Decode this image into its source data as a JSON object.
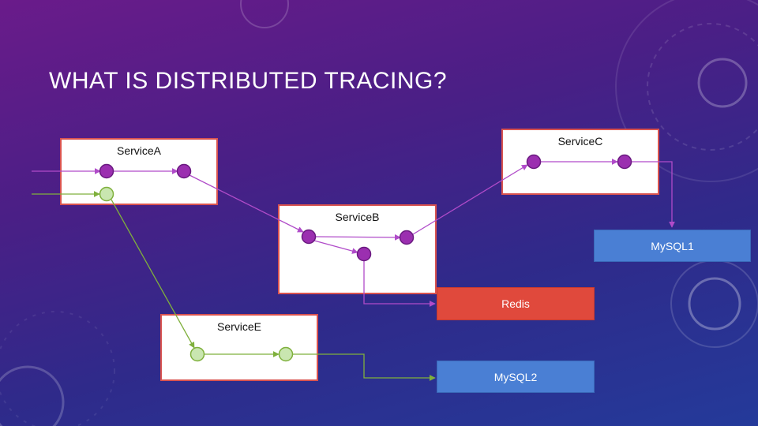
{
  "slide": {
    "title": "WHAT IS DISTRIBUTED TRACING?"
  },
  "services": {
    "a": "ServiceA",
    "b": "ServiceB",
    "c": "ServiceC",
    "e": "ServiceE"
  },
  "stores": {
    "mysql1": "MySQL1",
    "redis": "Redis",
    "mysql2": "MySQL2"
  },
  "colors": {
    "purple_trace": "#b04bc9",
    "purple_node": "#9b2fb0",
    "green_trace": "#7fb03c",
    "green_node": "#c9e6b0",
    "service_border": "#d9534f",
    "store_blue": "#4a7fd4",
    "store_red": "#e0493c"
  }
}
